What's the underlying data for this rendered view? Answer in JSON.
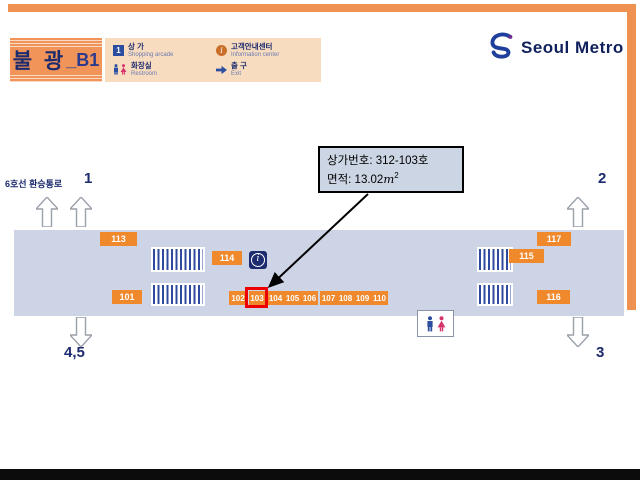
{
  "header": {
    "title": {
      "kr": "불 광",
      "level": "_B1"
    },
    "legend": [
      {
        "icon": "shop-number-icon",
        "kr": "상 가",
        "en": "Shopping arcade"
      },
      {
        "icon": "info-icon",
        "kr": "고객안내센터",
        "en": "Information center"
      },
      {
        "icon": "restroom-icon",
        "kr": "화장실",
        "en": "Restroom"
      },
      {
        "icon": "exit-icon",
        "kr": "출 구",
        "en": "Exit"
      }
    ],
    "glyphs": {
      "shop_number": "1",
      "info": "i"
    },
    "logo_text": "Seoul Metro"
  },
  "callout": {
    "shop_line": "상가번호: 312-103호",
    "area_line": "면적: 13.02",
    "area_unit": "m",
    "area_sup": "2"
  },
  "map": {
    "transfer_label": "6호선 환승통로",
    "exits": {
      "top_left": "1",
      "top_right": "2",
      "bottom_left": "4,5",
      "bottom_right": "3"
    },
    "info_glyph": "i",
    "shops": {
      "s101": "101",
      "s102": "102",
      "s103": "103",
      "s104": "104",
      "s105": "105",
      "s106": "106",
      "s107": "107",
      "s108": "108",
      "s109": "109",
      "s110": "110",
      "s113": "113",
      "s114": "114",
      "s115": "115",
      "s116": "116",
      "s117": "117"
    },
    "highlighted_shop": "103"
  },
  "colors": {
    "accent_orange": "#ef9251",
    "shop_orange": "#f0882c",
    "corridor_blue": "#cdd4e6",
    "navy": "#1c2b6e",
    "legend_bg": "#f8dcc0",
    "highlight_red": "#ee0000",
    "callout_bg": "#cbd5e3"
  }
}
